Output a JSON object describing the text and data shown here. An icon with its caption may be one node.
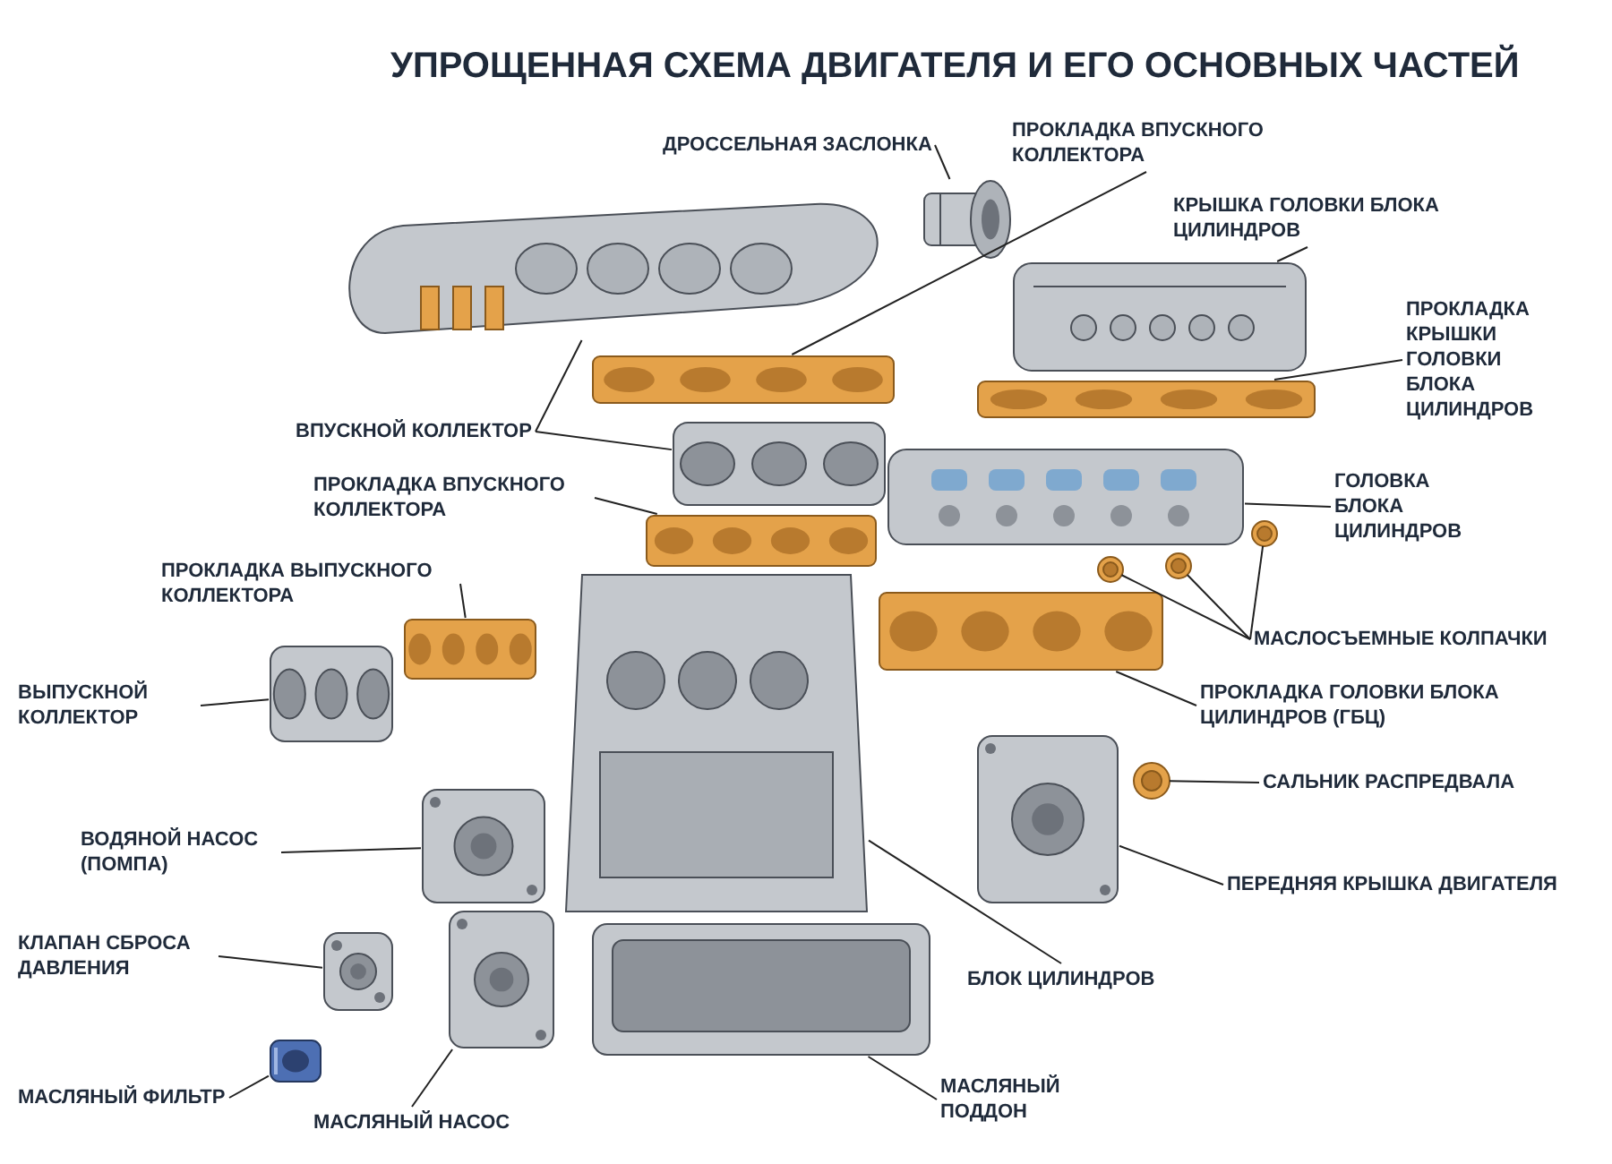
{
  "diagram": {
    "title": "УПРОЩЕННАЯ СХЕМА ДВИГАТЕЛЯ И ЕГО ОСНОВНЫХ ЧАСТЕЙ",
    "nodes": [
      {
        "text": [
          "ДРОССЕЛЬНАЯ ЗАСЛОНКА"
        ]
      },
      {
        "text": [
          "ПРОКЛАДКА ВПУСКНОГО КОЛЛЕКТОРА"
        ]
      },
      {
        "text": [
          "КРЫШКА ГОЛОВКИ БЛОКА ЦИЛИНДРОВ"
        ]
      },
      {
        "text": [
          "ПРОКЛАДКА КРЫШКИ ГОЛОВКИ БЛОКА ЦИЛИНДРОВ"
        ]
      },
      {
        "text": [
          "ВПУСКНОЙ КОЛЛЕКТОР"
        ]
      },
      {
        "text": [
          "ГОЛОВКА БЛОКА ЦИЛИНДРОВ"
        ]
      },
      {
        "text": [
          "ПРОКЛАДКА ВПУСКНОГО КОЛЛЕКТОРА"
        ]
      },
      {
        "text": [
          "ПРОКЛАДКА ВЫПУСКНОГО КОЛЛЕКТОРА"
        ]
      },
      {
        "text": [
          "МАСЛОСЪЕМНЫЕ КОЛПАЧКИ"
        ]
      },
      {
        "text": [
          "ВЫПУСКНОЙ КОЛЛЕКТОР"
        ]
      },
      {
        "text": [
          "ПРОКЛАДКА ГОЛОВКИ БЛОКА ЦИЛИНДРОВ (ГБЦ)"
        ]
      },
      {
        "text": [
          "САЛЬНИК РАСПРЕДВАЛА"
        ]
      },
      {
        "text": [
          "ВОДЯНОЙ НАСОС (ПОМПА)"
        ]
      },
      {
        "text": [
          "ПЕРЕДНЯЯ КРЫШКА ДВИГАТЕЛЯ"
        ]
      },
      {
        "text": [
          "КЛАПАН СБРОСА ДАВЛЕНИЯ"
        ]
      },
      {
        "text": [
          "БЛОК ЦИЛИНДРОВ"
        ]
      },
      {
        "text": [
          "МАСЛЯНЫЙ ФИЛЬТР"
        ]
      },
      {
        "text": [
          "МАСЛЯНЫЙ НАСОС"
        ]
      },
      {
        "text": [
          "МАСЛЯНЫЙ ПОДДОН"
        ]
      },
      {
        "text": [],
        "shape": "picture"
      },
      {
        "text": [],
        "shape": "picture"
      },
      {
        "text": [],
        "shape": "picture"
      },
      {
        "text": [],
        "shape": "picture"
      },
      {
        "text": [],
        "shape": "picture"
      },
      {
        "text": [],
        "shape": "picture"
      },
      {
        "text": [],
        "shape": "picture"
      },
      {
        "text": [],
        "shape": "picture"
      },
      {
        "text": [],
        "shape": "picture"
      },
      {
        "text": [],
        "shape": "picture"
      },
      {
        "text": [],
        "shape": "picture"
      },
      {
        "text": [],
        "shape": "picture"
      },
      {
        "text": [],
        "shape": "picture"
      },
      {
        "text": [],
        "shape": "picture"
      },
      {
        "text": [],
        "shape": "picture"
      },
      {
        "text": [],
        "shape": "picture"
      },
      {
        "text": [],
        "shape": "picture"
      },
      {
        "text": [],
        "shape": "picture"
      },
      {
        "text": [],
        "shape": "picture"
      },
      {
        "text": [],
        "shape": "picture"
      },
      {
        "text": [],
        "shape": "picture"
      },
      {
        "text": [],
        "shape": "picture"
      }
    ],
    "edges": [
      {
        "from": 0,
        "to": 19,
        "arrow": "none"
      },
      {
        "from": 1,
        "to": 20,
        "arrow": "none"
      },
      {
        "from": 2,
        "to": 21,
        "arrow": "none"
      },
      {
        "from": 3,
        "to": 22,
        "arrow": "none"
      },
      {
        "from": 4,
        "to": 23,
        "arrow": "none"
      },
      {
        "from": 4,
        "to": 24,
        "arrow": "none"
      },
      {
        "from": 5,
        "to": 25,
        "arrow": "none"
      },
      {
        "from": 6,
        "to": 26,
        "arrow": "none"
      },
      {
        "from": 7,
        "to": 27,
        "arrow": "none"
      },
      {
        "from": 8,
        "to": 28,
        "arrow": "none"
      },
      {
        "from": 8,
        "to": 29,
        "arrow": "none"
      },
      {
        "from": 8,
        "to": 30,
        "arrow": "none"
      },
      {
        "from": 9,
        "to": 31,
        "arrow": "none"
      },
      {
        "from": 10,
        "to": 32,
        "arrow": "none"
      },
      {
        "from": 11,
        "to": 33,
        "arrow": "none"
      },
      {
        "from": 12,
        "to": 34,
        "arrow": "none"
      },
      {
        "from": 13,
        "to": 35,
        "arrow": "none"
      },
      {
        "from": 14,
        "to": 36,
        "arrow": "none"
      },
      {
        "from": 15,
        "to": 37,
        "arrow": "none"
      },
      {
        "from": 16,
        "to": 38,
        "arrow": "none"
      },
      {
        "from": 17,
        "to": 39,
        "arrow": "none"
      },
      {
        "from": 18,
        "to": 40,
        "arrow": "none"
      }
    ]
  }
}
